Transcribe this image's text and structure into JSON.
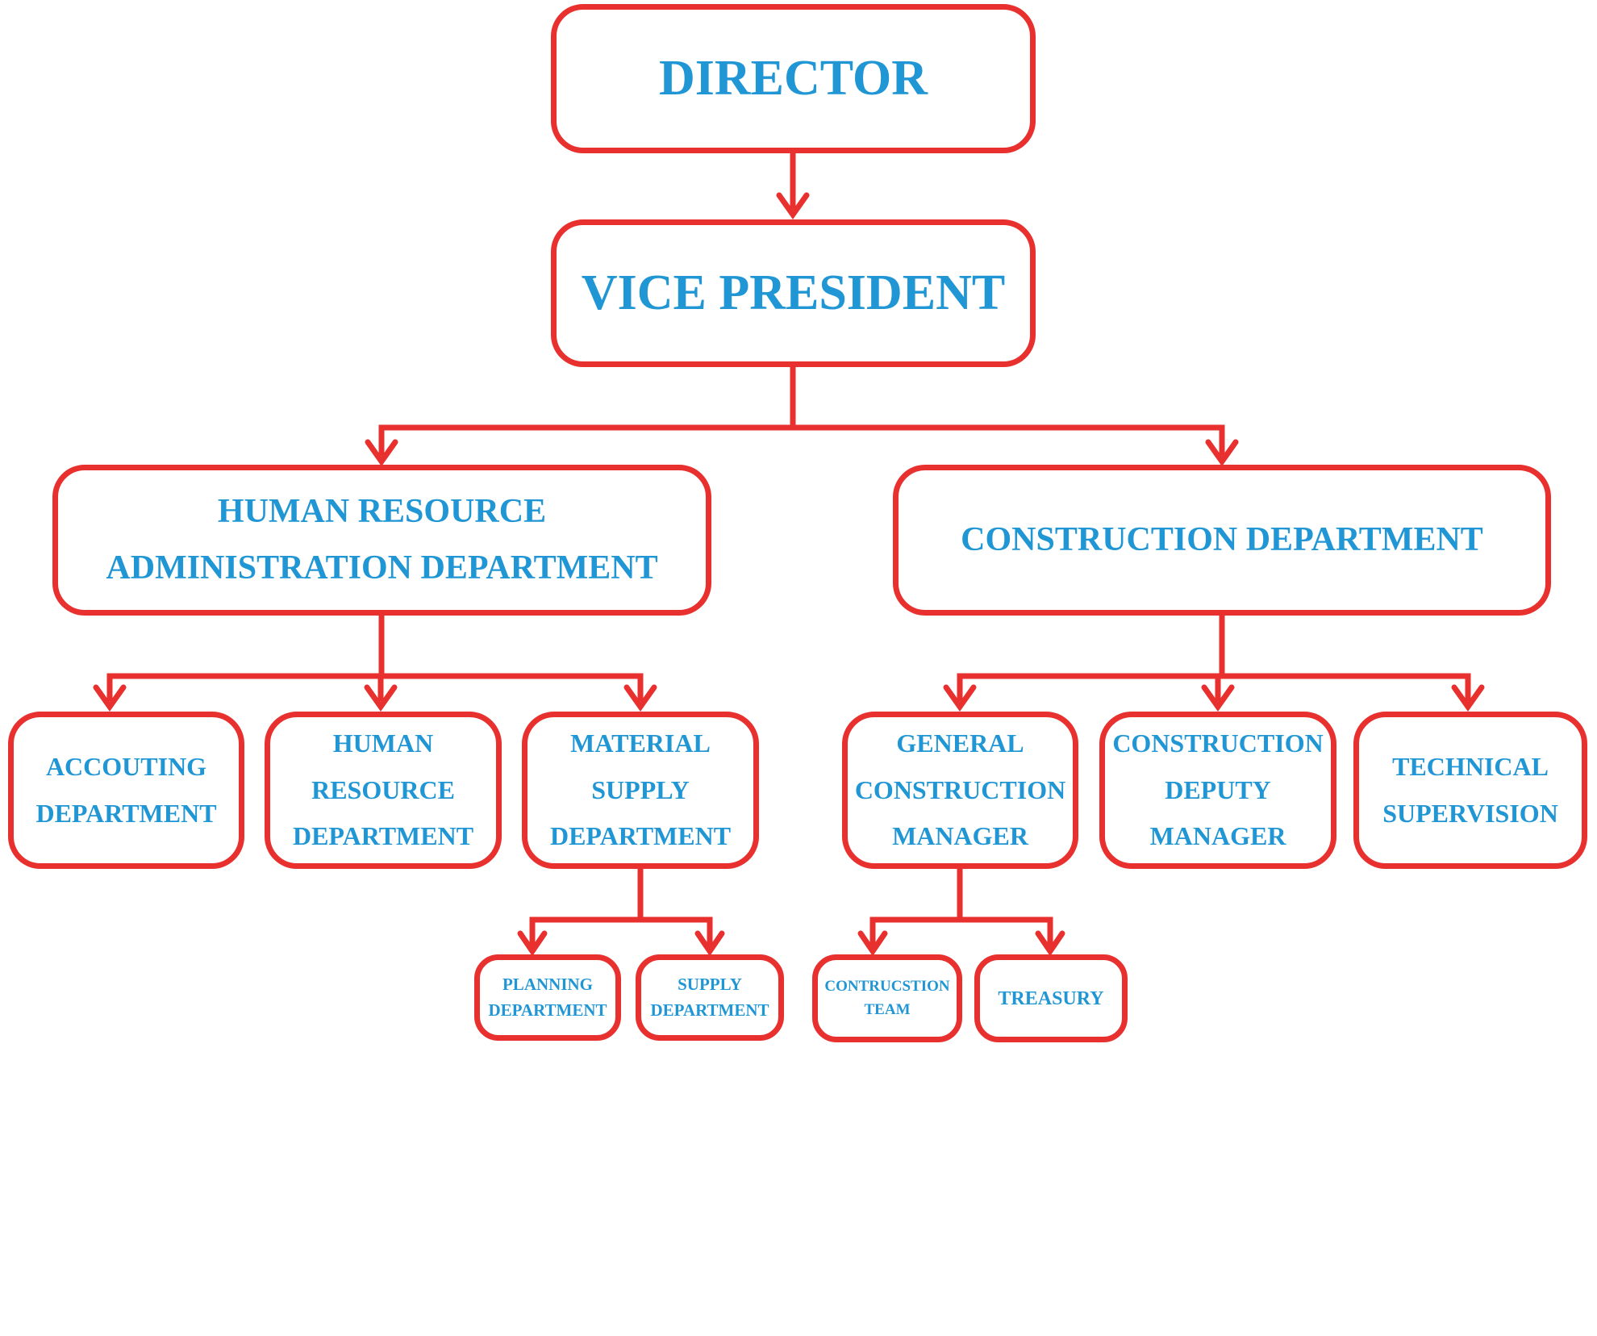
{
  "diagram": {
    "type": "org-chart",
    "background_color": "#FFFFFF",
    "line_color": "#E8302E",
    "text_color": "#2096D5",
    "nodes": {
      "director": {
        "label": "DIRECTOR"
      },
      "vice_president": {
        "label": "VICE PRESIDENT"
      },
      "hr_admin": {
        "label": "HUMAN RESOURCE ADMINISTRATION DEPARTMENT"
      },
      "construction": {
        "label": "CONSTRUCTION DEPARTMENT"
      },
      "accouting": {
        "label": "ACCOUTING DEPARTMENT"
      },
      "human_resource": {
        "label": "HUMAN RESOURCE DEPARTMENT"
      },
      "material_supply": {
        "label": "MATERIAL SUPPLY DEPARTMENT"
      },
      "general_construction": {
        "label": "GENERAL CONSTRUCTION MANAGER"
      },
      "construction_deputy": {
        "label": "CONSTRUCTION DEPUTY MANAGER"
      },
      "technical_supervision": {
        "label": "TECHNICAL SUPERVISION"
      },
      "planning": {
        "label": "PLANNING DEPARTMENT"
      },
      "supply": {
        "label": "SUPPLY DEPARTMENT"
      },
      "contrucstion_team": {
        "label": "CONTRUCSTION TEAM"
      },
      "treasury": {
        "label": "TREASURY"
      }
    },
    "edges": [
      {
        "from": "director",
        "to": "vice_president"
      },
      {
        "from": "vice_president",
        "to": "hr_admin"
      },
      {
        "from": "vice_president",
        "to": "construction"
      },
      {
        "from": "hr_admin",
        "to": "accouting"
      },
      {
        "from": "hr_admin",
        "to": "human_resource"
      },
      {
        "from": "hr_admin",
        "to": "material_supply"
      },
      {
        "from": "construction",
        "to": "general_construction"
      },
      {
        "from": "construction",
        "to": "construction_deputy"
      },
      {
        "from": "construction",
        "to": "technical_supervision"
      },
      {
        "from": "material_supply",
        "to": "planning"
      },
      {
        "from": "material_supply",
        "to": "supply"
      },
      {
        "from": "general_construction",
        "to": "contrucstion_team"
      },
      {
        "from": "general_construction",
        "to": "treasury"
      }
    ]
  }
}
